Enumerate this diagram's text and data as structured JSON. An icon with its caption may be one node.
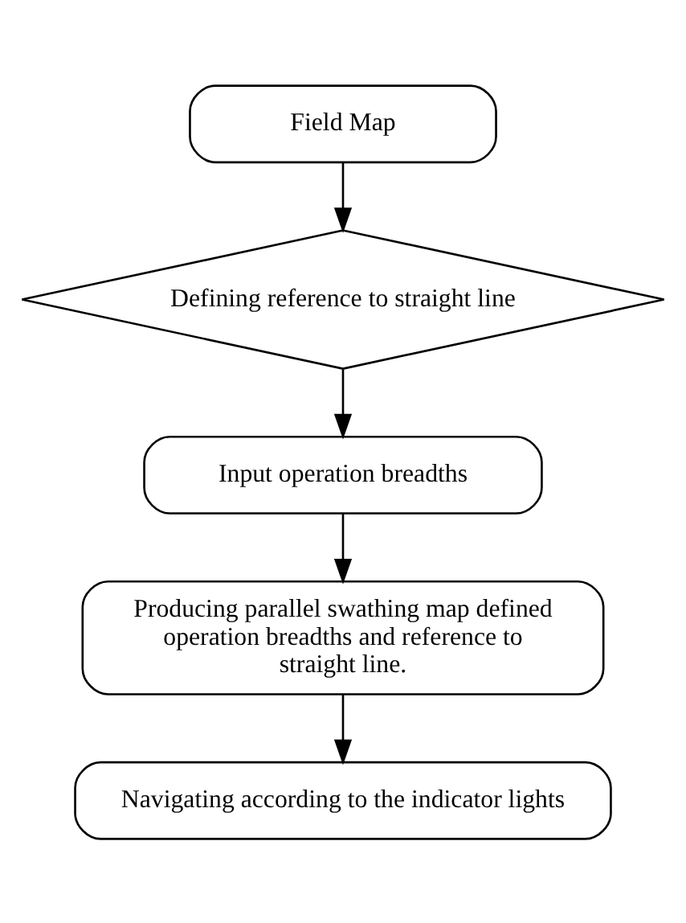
{
  "diagram": {
    "nodes": [
      {
        "text": [
          "Field Map"
        ]
      },
      {
        "text": [
          "Defining reference to straight line"
        ]
      },
      {
        "text": [
          "Input operation breadths"
        ]
      },
      {
        "text": [
          "Producing parallel swathing map defined operation breadths and reference to straight line."
        ]
      },
      {
        "text": [
          "Navigating according to the indicator lights"
        ]
      }
    ],
    "edges": [
      {
        "from": 0,
        "to": 1,
        "arrow": "to"
      },
      {
        "from": 1,
        "to": 2,
        "arrow": "to"
      },
      {
        "from": 2,
        "to": 3,
        "arrow": "to"
      },
      {
        "from": 3,
        "to": 4,
        "arrow": "to"
      }
    ]
  }
}
